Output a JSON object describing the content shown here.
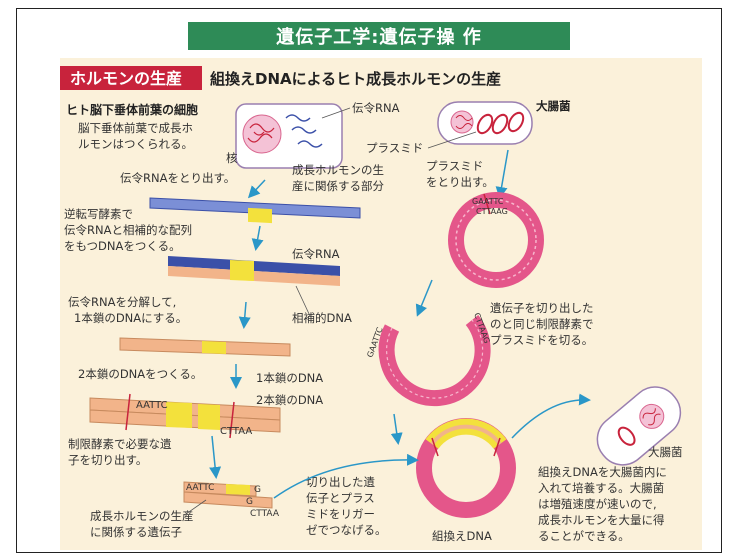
{
  "title": "遺伝子工学:遺伝子操 作",
  "header": {
    "badge": "ホルモンの生産",
    "subtitle": "組換えDNAによるヒト成長ホルモンの生産"
  },
  "left": {
    "cell_heading": "ヒト脳下垂体前葉の細胞",
    "cell_note_1": "脳下垂体前葉で成長ホ",
    "cell_note_2": "ルモンはつくられる。",
    "nucleus": "核",
    "mrna_label": "伝令RNA",
    "take_mrna": "伝令RNAをとり出す。",
    "gene_part_1": "成長ホルモンの生",
    "gene_part_2": "産に関係する部分",
    "rt_1": "逆転写酵素で",
    "rt_2": "伝令RNAと相補的な配列",
    "rt_3": "をもつDNAをつくる。",
    "mrna_label2": "伝令RNA",
    "comp_dna": "相補的DNA",
    "decompose_1": "伝令RNAを分解して,",
    "decompose_2": "1本鎖のDNAにする。",
    "double_strand": "2本鎖のDNAをつくる。",
    "single_dna": "1本鎖のDNA",
    "double_dna": "2本鎖のDNA",
    "seq_top": "AATTC",
    "seq_bottom": "CTTAA",
    "seq_g1": "G",
    "seq_g2": "G",
    "cut_1": "制限酵素で必要な遺",
    "cut_2": "子を切り出す。",
    "gene_rel_1": "成長ホルモンの生産",
    "gene_rel_2": "に関係する遺伝子"
  },
  "right": {
    "ecoli": "大腸菌",
    "plasmid_label": "プラスミド",
    "take_plasmid_1": "プラスミド",
    "take_plasmid_2": "をとり出す。",
    "ring_seq_1": "GAATTC",
    "ring_seq_2": "CTTAAG",
    "cut_plasmid_1": "遺伝子を切り出した",
    "cut_plasmid_2": "のと同じ制限酵素で",
    "cut_plasmid_3": "プラスミドを切る。",
    "open_seq_1": "GAATTC",
    "open_seq_2": "CTTAAG",
    "ligase_1": "切り出した遺",
    "ligase_2": "伝子とプラス",
    "ligase_3": "ミドをリガー",
    "ligase_4": "ゼでつなげる。",
    "recomb_label": "組換えDNA",
    "ecoli2": "大腸菌",
    "culture_1": "組換えDNAを大腸菌内に",
    "culture_2": "入れて培養する。大腸菌",
    "culture_3": "は増殖速度が速いので,",
    "culture_4": "成長ホルモンを大量に得",
    "culture_5": "ることができる。"
  },
  "colors": {
    "title_bar": "#2e8b57",
    "badge": "#c8233c",
    "ring": "#e4568a",
    "strand_blue": "#3b50a8",
    "strand_orange": "#f2b48a",
    "gene_yellow": "#f3e13c",
    "arrow": "#2a97c8"
  }
}
